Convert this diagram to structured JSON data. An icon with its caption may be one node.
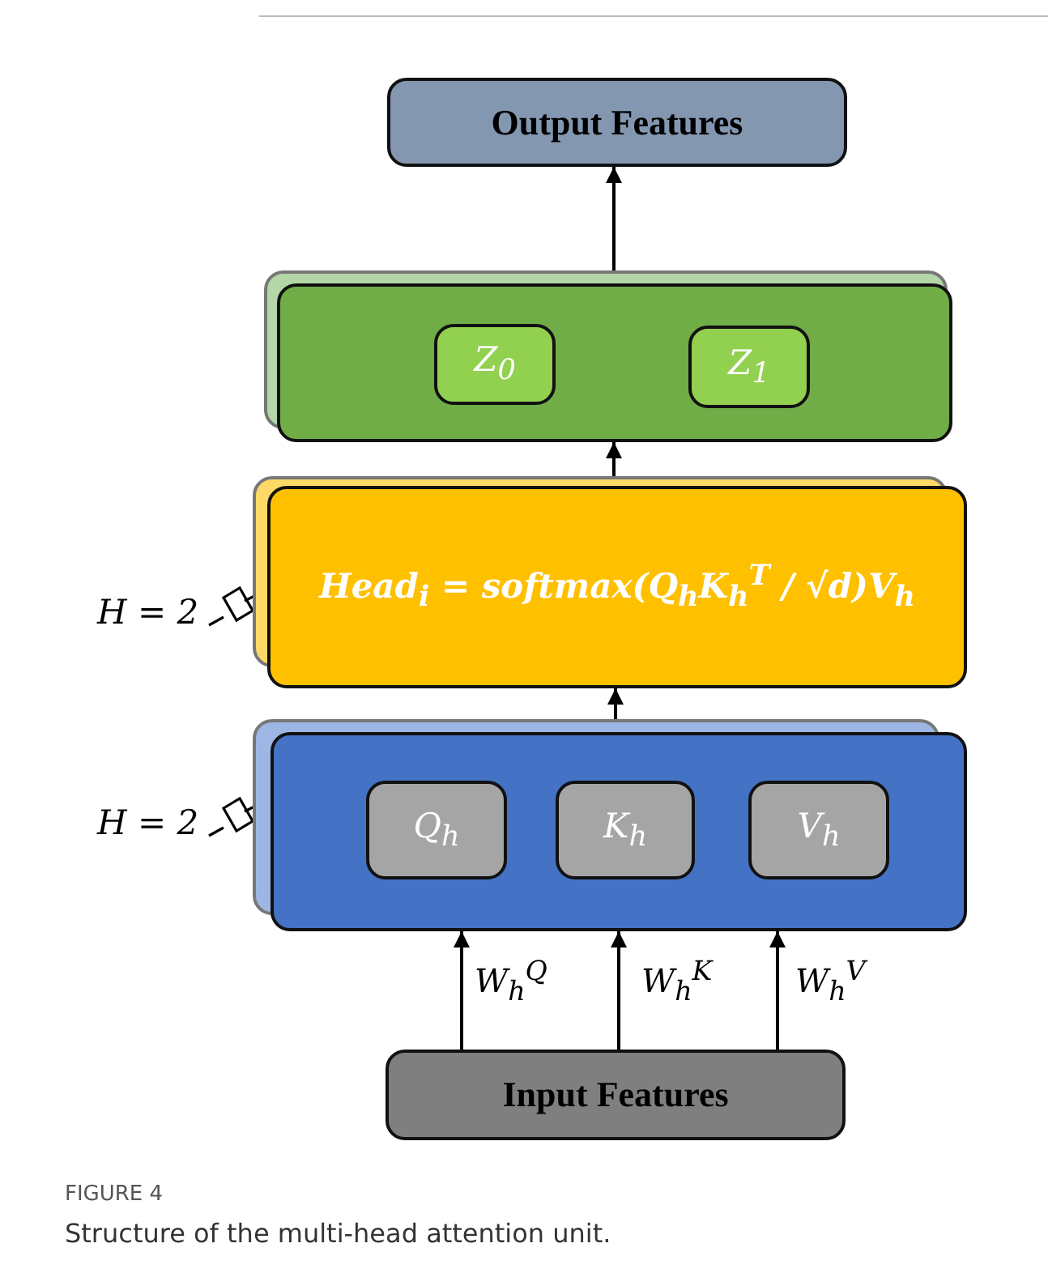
{
  "diagram": {
    "title": "FIGURE 4",
    "caption": "Structure of the multi-head attention unit.",
    "nodes": [
      {
        "text": [
          "Output Features"
        ]
      },
      {
        "text": [],
        "shape": "box"
      },
      {
        "text": [
          "Z$_{0}$"
        ],
        "in": 1
      },
      {
        "text": [
          "Z$_{1}$"
        ],
        "in": 1
      },
      {
        "text": [
          "Head$_{i}$ = softmax(Q$_{h}$K$_{h}$$^{T}$ / √d)V$_{h}$"
        ]
      },
      {
        "text": [],
        "shape": "box"
      },
      {
        "text": [
          "Q$_{h}$"
        ],
        "in": 5
      },
      {
        "text": [
          "K$_{h}$"
        ],
        "in": 5
      },
      {
        "text": [
          "V$_{h}$"
        ],
        "in": 5
      },
      {
        "text": [
          "Input Features"
        ]
      }
    ],
    "edges": [
      {
        "from": 9,
        "to": 5,
        "arrow": "to",
        "label": "W$_{h}$$^{Q}$"
      },
      {
        "from": 9,
        "to": 5,
        "arrow": "to",
        "label": "W$_{h}$$^{K}$"
      },
      {
        "from": 9,
        "to": 5,
        "arrow": "to",
        "label": "W$_{h}$$^{V}$"
      },
      {
        "from": 5,
        "to": 4,
        "arrow": "to"
      },
      {
        "from": 4,
        "to": 1,
        "arrow": "to"
      },
      {
        "from": 1,
        "to": 0,
        "arrow": "to"
      }
    ],
    "labels": [
      "H = 2",
      "H = 2"
    ]
  }
}
